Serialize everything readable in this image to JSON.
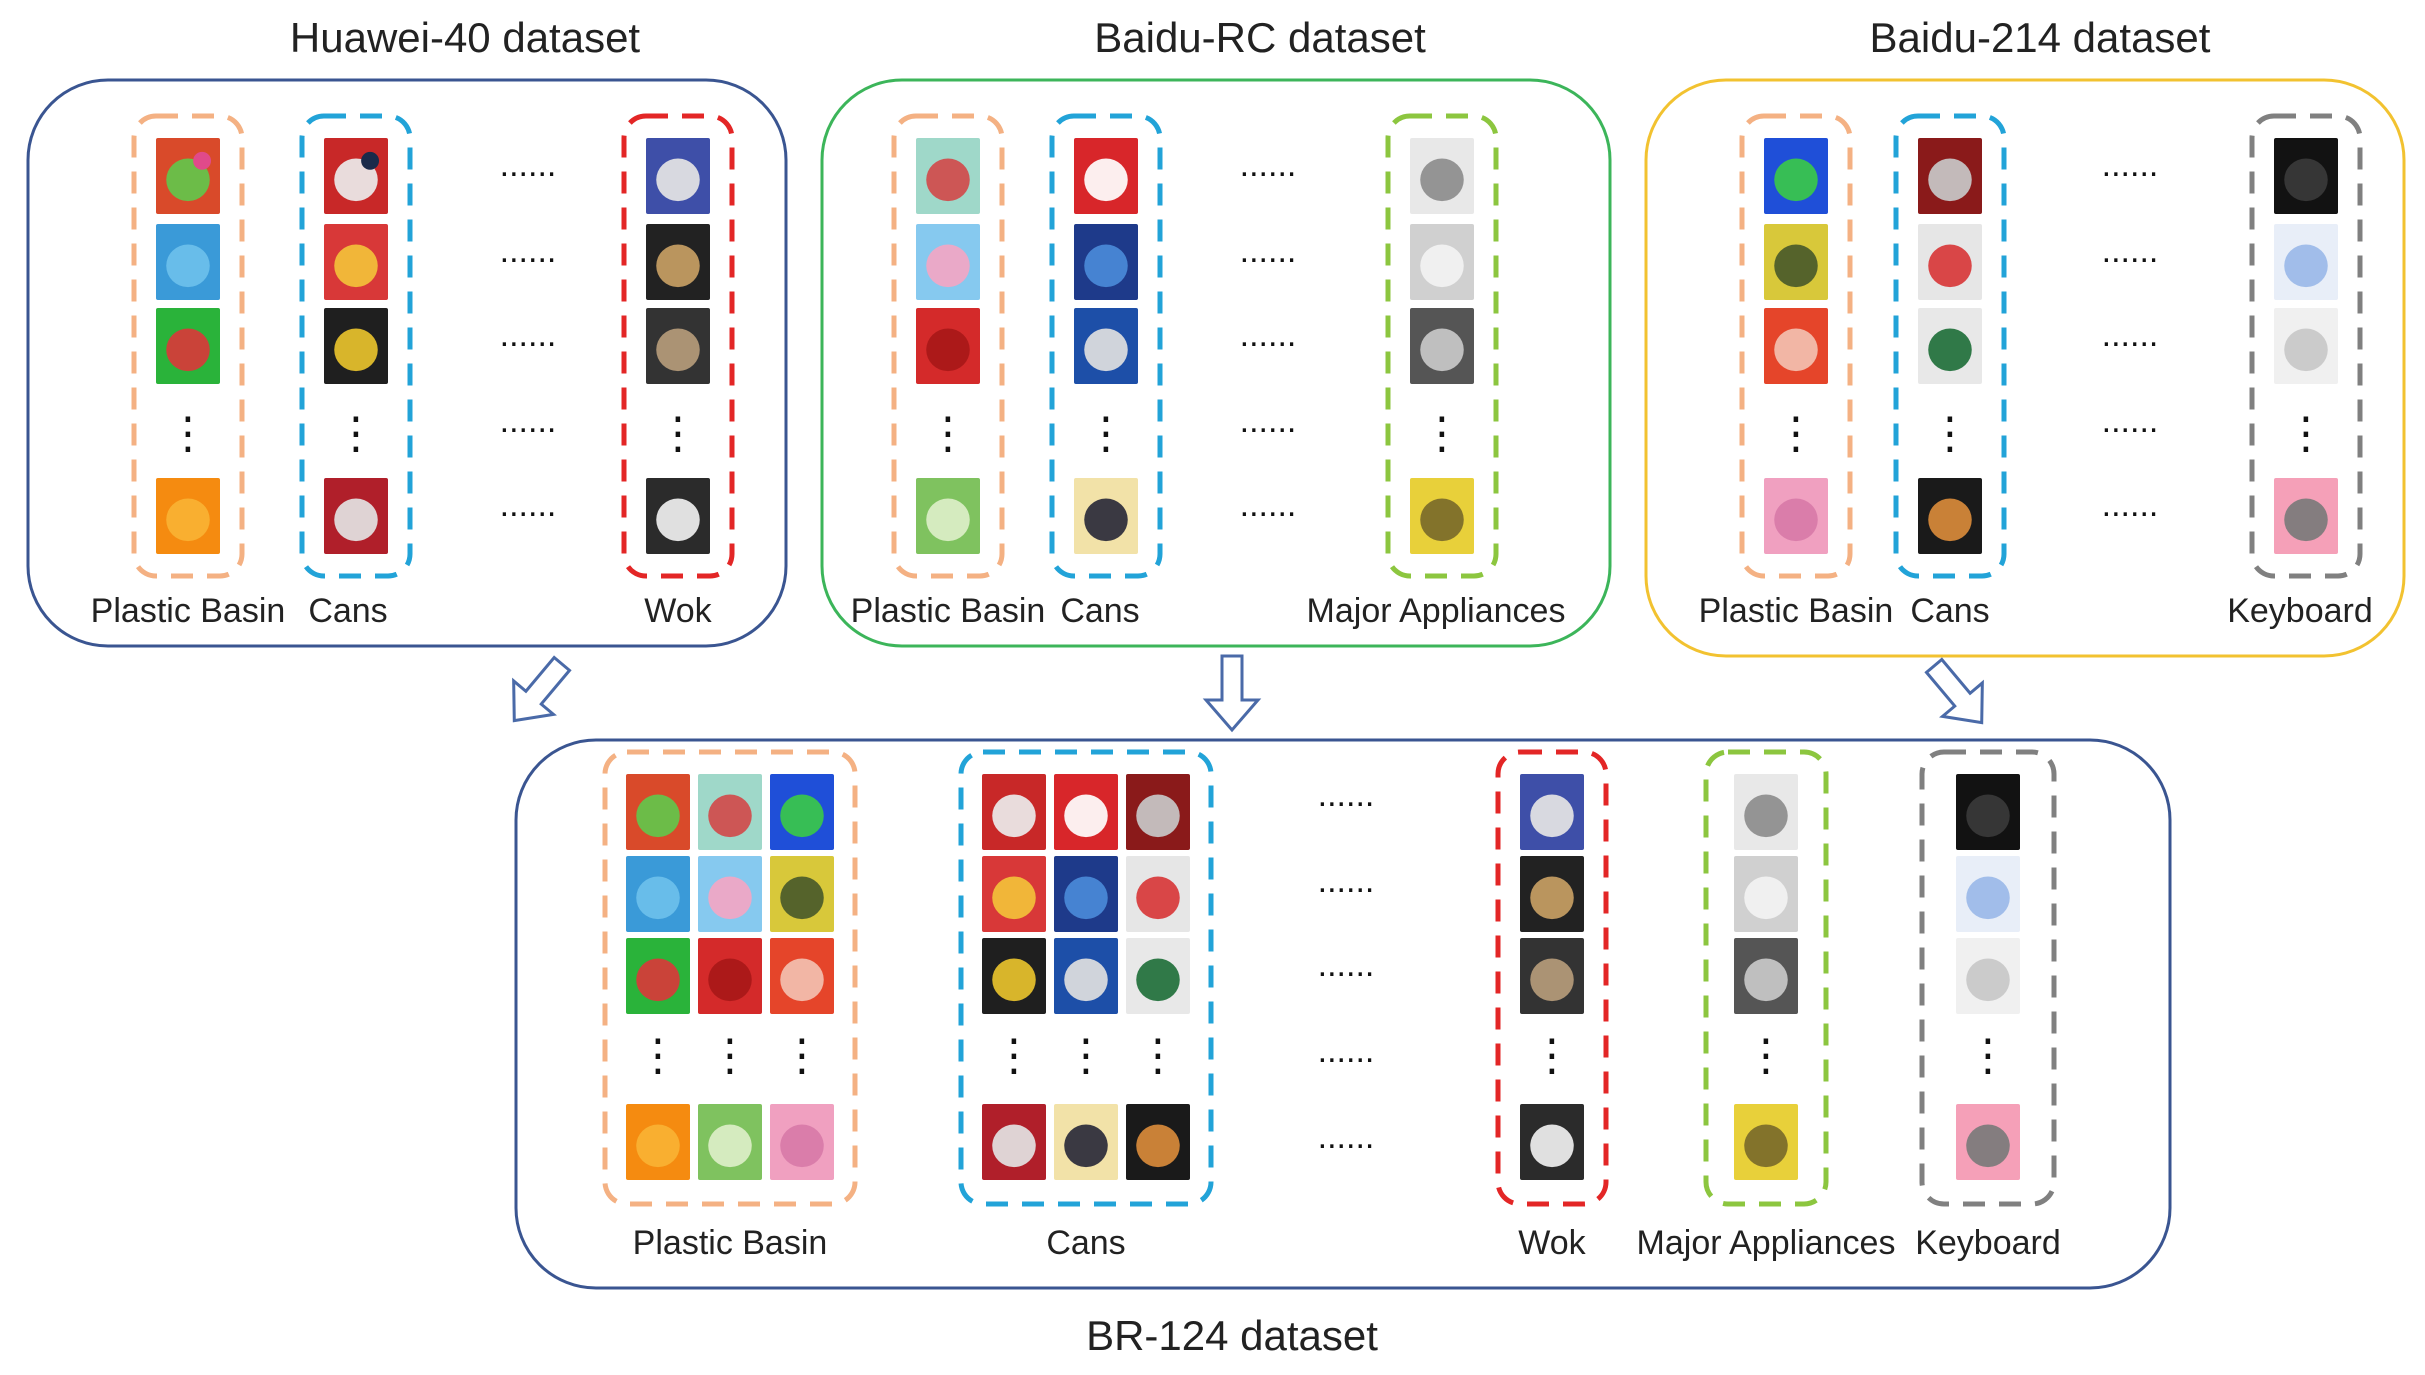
{
  "datasets": [
    {
      "id": "huawei",
      "title": "Huawei-40 dataset",
      "border_color": "#3a5591",
      "columns": [
        {
          "label": "Plastic Basin",
          "color": "#f4b183",
          "items": [
            [
              "#d94a2a",
              "#63c64b",
              "#e04a8a"
            ],
            [
              "#3a9ad8",
              "#6cc0ec"
            ],
            [
              "#2ab33a",
              "#d83a3a"
            ],
            null,
            [
              "#f58b10",
              "#f9b233"
            ]
          ]
        },
        {
          "label": "Cans",
          "color": "#22a3d8",
          "items": [
            [
              "#c82828",
              "#ececec",
              "#1a2a4a"
            ],
            [
              "#d83838",
              "#f3c13a"
            ],
            [
              "#1f1f1f",
              "#e8c22d"
            ],
            null,
            [
              "#b01f2a",
              "#e3e3e3"
            ]
          ]
        },
        {
          "label": "Wok",
          "color": "#e32626",
          "items": [
            [
              "#3e4fa8",
              "#e5e5e5"
            ],
            [
              "#222222",
              "#c8a064"
            ],
            [
              "#333333",
              "#b59b7a"
            ],
            null,
            [
              "#2b2b2b",
              "#f0f0f0"
            ]
          ]
        }
      ]
    },
    {
      "id": "baidu-rc",
      "title": "Baidu-RC dataset",
      "border_color": "#3cb55a",
      "columns": [
        {
          "label": "Plastic Basin",
          "color": "#f4b183",
          "items": [
            [
              "#9fd8c9",
              "#d04b4b"
            ],
            [
              "#86c9ef",
              "#f3a6c4"
            ],
            [
              "#d42a2a",
              "#a81818"
            ],
            null,
            [
              "#7fc25f",
              "#dcefc8"
            ]
          ]
        },
        {
          "label": "Cans",
          "color": "#22a3d8",
          "items": [
            [
              "#d8262a",
              "#ffffff"
            ],
            [
              "#1e3a8a",
              "#4a8ad8"
            ],
            [
              "#1d4fa8",
              "#e0e0e0"
            ],
            null,
            [
              "#f2e2a8",
              "#2a2a3a"
            ]
          ]
        },
        {
          "label": "Major Appliances",
          "color": "#8cc63f",
          "items": [
            [
              "#e8e8e8",
              "#8c8c8c"
            ],
            [
              "#d0d0d0",
              "#f2f2f2"
            ],
            [
              "#555555",
              "#c9c9c9"
            ],
            null,
            [
              "#e8d03a",
              "#7a6a2a"
            ]
          ]
        }
      ]
    },
    {
      "id": "baidu-214",
      "title": "Baidu-214 dataset",
      "border_color": "#f2c230",
      "columns": [
        {
          "label": "Plastic Basin",
          "color": "#f4b183",
          "items": [
            [
              "#1f4fd8",
              "#3ac84a"
            ],
            [
              "#d8c83a",
              "#4a5a2a"
            ],
            [
              "#e5452a",
              "#f3c0b0"
            ],
            null,
            [
              "#f0a0c0",
              "#d87aa8"
            ]
          ]
        },
        {
          "label": "Cans",
          "color": "#22a3d8",
          "items": [
            [
              "#8a1a1a",
              "#c8c8c8"
            ],
            [
              "#e6e6e6",
              "#d8383a"
            ],
            [
              "#e8e8e8",
              "#1f6f3a"
            ],
            null,
            [
              "#1a1a1a",
              "#d88a3a"
            ]
          ]
        },
        {
          "label": "Keyboard",
          "color": "#808080",
          "items": [
            [
              "#121212",
              "#3a3a3a"
            ],
            [
              "#e8eef8",
              "#9ab8e8"
            ],
            [
              "#f0f0f0",
              "#c8c8c8"
            ],
            null,
            [
              "#f5a0b8",
              "#7a7a7a"
            ]
          ]
        }
      ]
    }
  ],
  "merged": {
    "title": "BR-124 dataset",
    "border_color": "#3a5591",
    "columns": [
      {
        "label": "Plastic Basin",
        "color": "#f4b183",
        "subcols": 3,
        "rows": [
          [
            [
              "#d94a2a",
              "#63c64b"
            ],
            [
              "#9fd8c9",
              "#d04b4b"
            ],
            [
              "#1f4fd8",
              "#3ac84a"
            ]
          ],
          [
            [
              "#3a9ad8",
              "#6cc0ec"
            ],
            [
              "#86c9ef",
              "#f3a6c4"
            ],
            [
              "#d8c83a",
              "#4a5a2a"
            ]
          ],
          [
            [
              "#2ab33a",
              "#d83a3a"
            ],
            [
              "#d42a2a",
              "#a81818"
            ],
            [
              "#e5452a",
              "#f3c0b0"
            ]
          ],
          null,
          [
            [
              "#f58b10",
              "#f9b233"
            ],
            [
              "#7fc25f",
              "#dcefc8"
            ],
            [
              "#f0a0c0",
              "#d87aa8"
            ]
          ]
        ]
      },
      {
        "label": "Cans",
        "color": "#22a3d8",
        "subcols": 3,
        "rows": [
          [
            [
              "#c82828",
              "#ececec"
            ],
            [
              "#d8262a",
              "#ffffff"
            ],
            [
              "#8a1a1a",
              "#c8c8c8"
            ]
          ],
          [
            [
              "#d83838",
              "#f3c13a"
            ],
            [
              "#1e3a8a",
              "#4a8ad8"
            ],
            [
              "#e6e6e6",
              "#d8383a"
            ]
          ],
          [
            [
              "#1f1f1f",
              "#e8c22d"
            ],
            [
              "#1d4fa8",
              "#e0e0e0"
            ],
            [
              "#e8e8e8",
              "#1f6f3a"
            ]
          ],
          null,
          [
            [
              "#b01f2a",
              "#e3e3e3"
            ],
            [
              "#f2e2a8",
              "#2a2a3a"
            ],
            [
              "#1a1a1a",
              "#d88a3a"
            ]
          ]
        ]
      },
      {
        "label": "Wok",
        "color": "#e32626",
        "subcols": 1,
        "rows": [
          [
            [
              "#3e4fa8",
              "#e5e5e5"
            ]
          ],
          [
            [
              "#222222",
              "#c8a064"
            ]
          ],
          [
            [
              "#333333",
              "#b59b7a"
            ]
          ],
          null,
          [
            [
              "#2b2b2b",
              "#f0f0f0"
            ]
          ]
        ]
      },
      {
        "label": "Major Appliances",
        "color": "#8cc63f",
        "subcols": 1,
        "rows": [
          [
            [
              "#e8e8e8",
              "#8c8c8c"
            ]
          ],
          [
            [
              "#d0d0d0",
              "#f2f2f2"
            ]
          ],
          [
            [
              "#555555",
              "#c9c9c9"
            ]
          ],
          null,
          [
            [
              "#e8d03a",
              "#7a6a2a"
            ]
          ]
        ]
      },
      {
        "label": "Keyboard",
        "color": "#808080",
        "subcols": 1,
        "rows": [
          [
            [
              "#121212",
              "#3a3a3a"
            ]
          ],
          [
            [
              "#e8eef8",
              "#9ab8e8"
            ]
          ],
          [
            [
              "#f0f0f0",
              "#c8c8c8"
            ]
          ],
          null,
          [
            [
              "#f5a0b8",
              "#7a7a7a"
            ]
          ]
        ]
      }
    ]
  },
  "ellipsis": "......",
  "vdots": "⋮",
  "arrow_color": "#4a6aa8"
}
